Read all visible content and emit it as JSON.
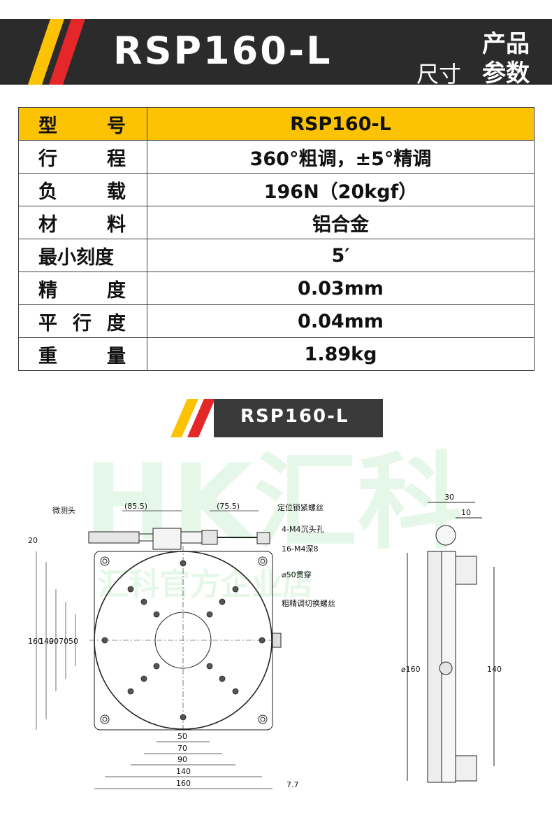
{
  "banner": {
    "model": "RSP160-L",
    "label_left": "尺寸",
    "label_top": "产品",
    "label_bottom": "参数",
    "colors": {
      "background": "#2b2b2b",
      "stripe_yellow": "#fbc303",
      "stripe_red": "#e5272a"
    }
  },
  "spec_table": {
    "header": {
      "key": "型号",
      "value": "RSP160-L"
    },
    "rows": [
      {
        "key": "行程",
        "value": "360°粗调，±5°精调"
      },
      {
        "key": "负载",
        "value": "196N（20kgf）"
      },
      {
        "key": "材料",
        "value": "铝合金"
      },
      {
        "key": "最小刻度",
        "value": "5′"
      },
      {
        "key": "精度",
        "value": "0.03mm"
      },
      {
        "key": "平行度",
        "value": "0.04mm"
      },
      {
        "key": "重量",
        "value": "1.89kg"
      }
    ],
    "header_color": "#fbc303"
  },
  "section": {
    "title": "RSP160-L"
  },
  "drawing": {
    "watermark": {
      "logo": "HK汇科",
      "text": "汇科官方企业店"
    },
    "callouts": {
      "micrometer": "微测头",
      "lock_screw": "定位锁紧螺丝",
      "countersink": "4-M4沉头孔",
      "tapped": "16-M4深8",
      "through_hole": "⌀50贯穿",
      "switch_screw": "粗精调切换螺丝"
    },
    "dims": {
      "top_left": "(85.5)",
      "top_right": "(75.5)",
      "left_20": "20",
      "v160": "160",
      "v140": "140",
      "v90": "90",
      "v70": "70",
      "v50": "50",
      "h50": "50",
      "h70": "70",
      "h90": "90",
      "h140": "140",
      "h160": "160",
      "h77": "7.7",
      "side_30": "30",
      "side_10": "10",
      "side_d160": "⌀160",
      "side_140": "140"
    }
  }
}
